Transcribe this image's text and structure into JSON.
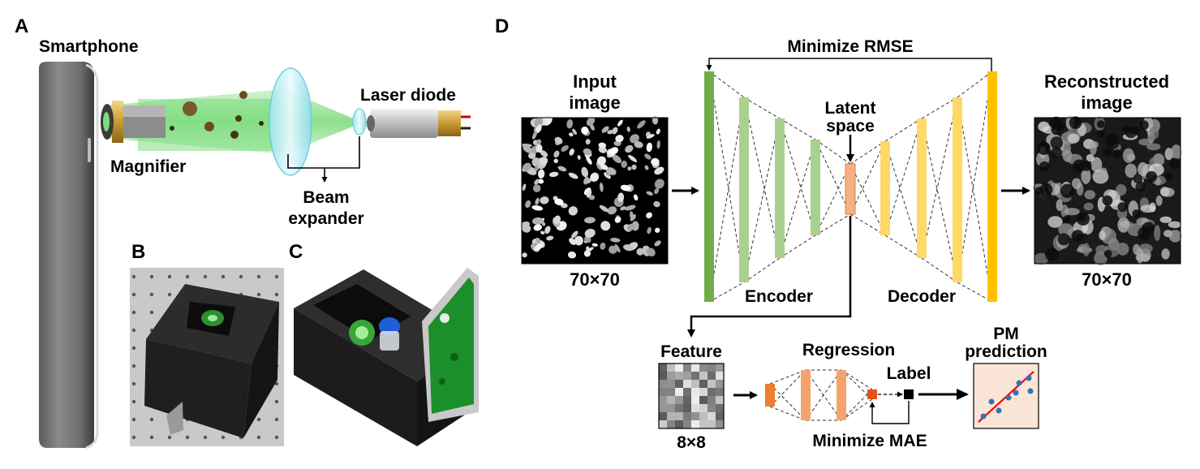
{
  "panels": {
    "a": "A",
    "b": "B",
    "c": "C",
    "d": "D"
  },
  "setup": {
    "smartphone": "Smartphone",
    "magnifier": "Magnifier",
    "laser_diode": "Laser diode",
    "beam_expander_line1": "Beam",
    "beam_expander_line2": "expander"
  },
  "autoencoder": {
    "objective": "Minimize RMSE",
    "input_line1": "Input",
    "input_line2": "image",
    "input_size": "70×70",
    "latent_line1": "Latent",
    "latent_line2": "space",
    "encoder": "Encoder",
    "decoder": "Decoder",
    "output_line1": "Reconstructed",
    "output_line2": "image",
    "output_size": "70×70"
  },
  "regression": {
    "feature": "Feature",
    "feature_size": "8×8",
    "title": "Regression",
    "label": "Label",
    "objective": "Minimize MAE",
    "prediction_line1": "PM",
    "prediction_line2": "prediction"
  },
  "colors": {
    "encoder_dark": "#70ad47",
    "encoder_light": "#a9d18e",
    "latent": "#f4b183",
    "latent_dark": "#ed7d31",
    "decoder_light": "#ffd966",
    "decoder_dark": "#ffc000",
    "regression_layer": "#f4a46a",
    "feature_out": "#e8511a",
    "prediction_bg": "#fbe5d6",
    "fit_line": "#ff0000",
    "points": "#2e75b6"
  }
}
